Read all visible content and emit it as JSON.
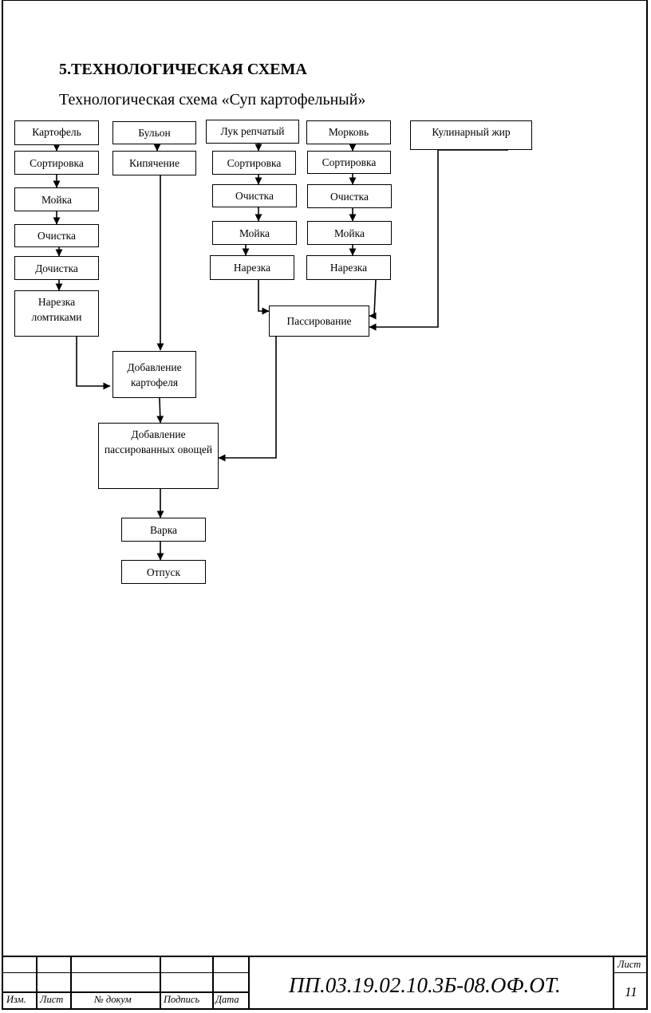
{
  "page": {
    "heading": "5.ТЕХНОЛОГИЧЕСКАЯ СХЕМА",
    "subtitle": "Технологическая схема «Суп картофельный»"
  },
  "diagram": {
    "nodes": [
      {
        "id": "potato",
        "label": "Картофель"
      },
      {
        "id": "potato_sort",
        "label": "Сортировка"
      },
      {
        "id": "potato_wash",
        "label": "Мойка"
      },
      {
        "id": "potato_clean",
        "label": "Очистка"
      },
      {
        "id": "potato_finish",
        "label": "Дочистка"
      },
      {
        "id": "potato_cut",
        "label": "Нарезка ломтиками"
      },
      {
        "id": "broth",
        "label": "Бульон"
      },
      {
        "id": "boil",
        "label": "Кипячение"
      },
      {
        "id": "onion",
        "label": "Лук репчатый"
      },
      {
        "id": "onion_sort",
        "label": "Сортировка"
      },
      {
        "id": "onion_clean",
        "label": "Очистка"
      },
      {
        "id": "onion_wash",
        "label": "Мойка"
      },
      {
        "id": "onion_cut",
        "label": "Нарезка"
      },
      {
        "id": "carrot",
        "label": "Морковь"
      },
      {
        "id": "carrot_sort",
        "label": "Сортировка"
      },
      {
        "id": "carrot_clean",
        "label": "Очистка"
      },
      {
        "id": "carrot_wash",
        "label": "Мойка"
      },
      {
        "id": "carrot_cut",
        "label": "Нарезка"
      },
      {
        "id": "fat",
        "label": "Кулинарный жир"
      },
      {
        "id": "saute",
        "label": "Пассирование"
      },
      {
        "id": "add_potato",
        "label": "Добавление картофеля"
      },
      {
        "id": "add_veg",
        "label": "Добавление пассированных овощей"
      },
      {
        "id": "cook",
        "label": "Варка"
      },
      {
        "id": "serve",
        "label": "Отпуск"
      }
    ],
    "edges": [
      [
        "potato",
        "potato_sort"
      ],
      [
        "potato_sort",
        "potato_wash"
      ],
      [
        "potato_wash",
        "potato_clean"
      ],
      [
        "potato_clean",
        "potato_finish"
      ],
      [
        "potato_finish",
        "potato_cut"
      ],
      [
        "potato_cut",
        "add_potato"
      ],
      [
        "broth",
        "boil"
      ],
      [
        "boil",
        "add_potato"
      ],
      [
        "onion",
        "onion_sort"
      ],
      [
        "onion_sort",
        "onion_clean"
      ],
      [
        "onion_clean",
        "onion_wash"
      ],
      [
        "onion_wash",
        "onion_cut"
      ],
      [
        "onion_cut",
        "saute"
      ],
      [
        "carrot",
        "carrot_sort"
      ],
      [
        "carrot_sort",
        "carrot_clean"
      ],
      [
        "carrot_clean",
        "carrot_wash"
      ],
      [
        "carrot_wash",
        "carrot_cut"
      ],
      [
        "carrot_cut",
        "saute"
      ],
      [
        "fat",
        "saute"
      ],
      [
        "saute",
        "add_veg"
      ],
      [
        "add_potato",
        "add_veg"
      ],
      [
        "add_veg",
        "cook"
      ],
      [
        "cook",
        "serve"
      ]
    ]
  },
  "title_block": {
    "col_change": "Изм.",
    "col_sheet": "Лист",
    "col_doc": "№ докум",
    "col_sign": "Подпись",
    "col_date": "Дата",
    "document_code": "ПП.03.19.02.10.3Б-08.ОФ.ОТ.",
    "sheet_label": "Лист",
    "sheet_number": "11"
  }
}
